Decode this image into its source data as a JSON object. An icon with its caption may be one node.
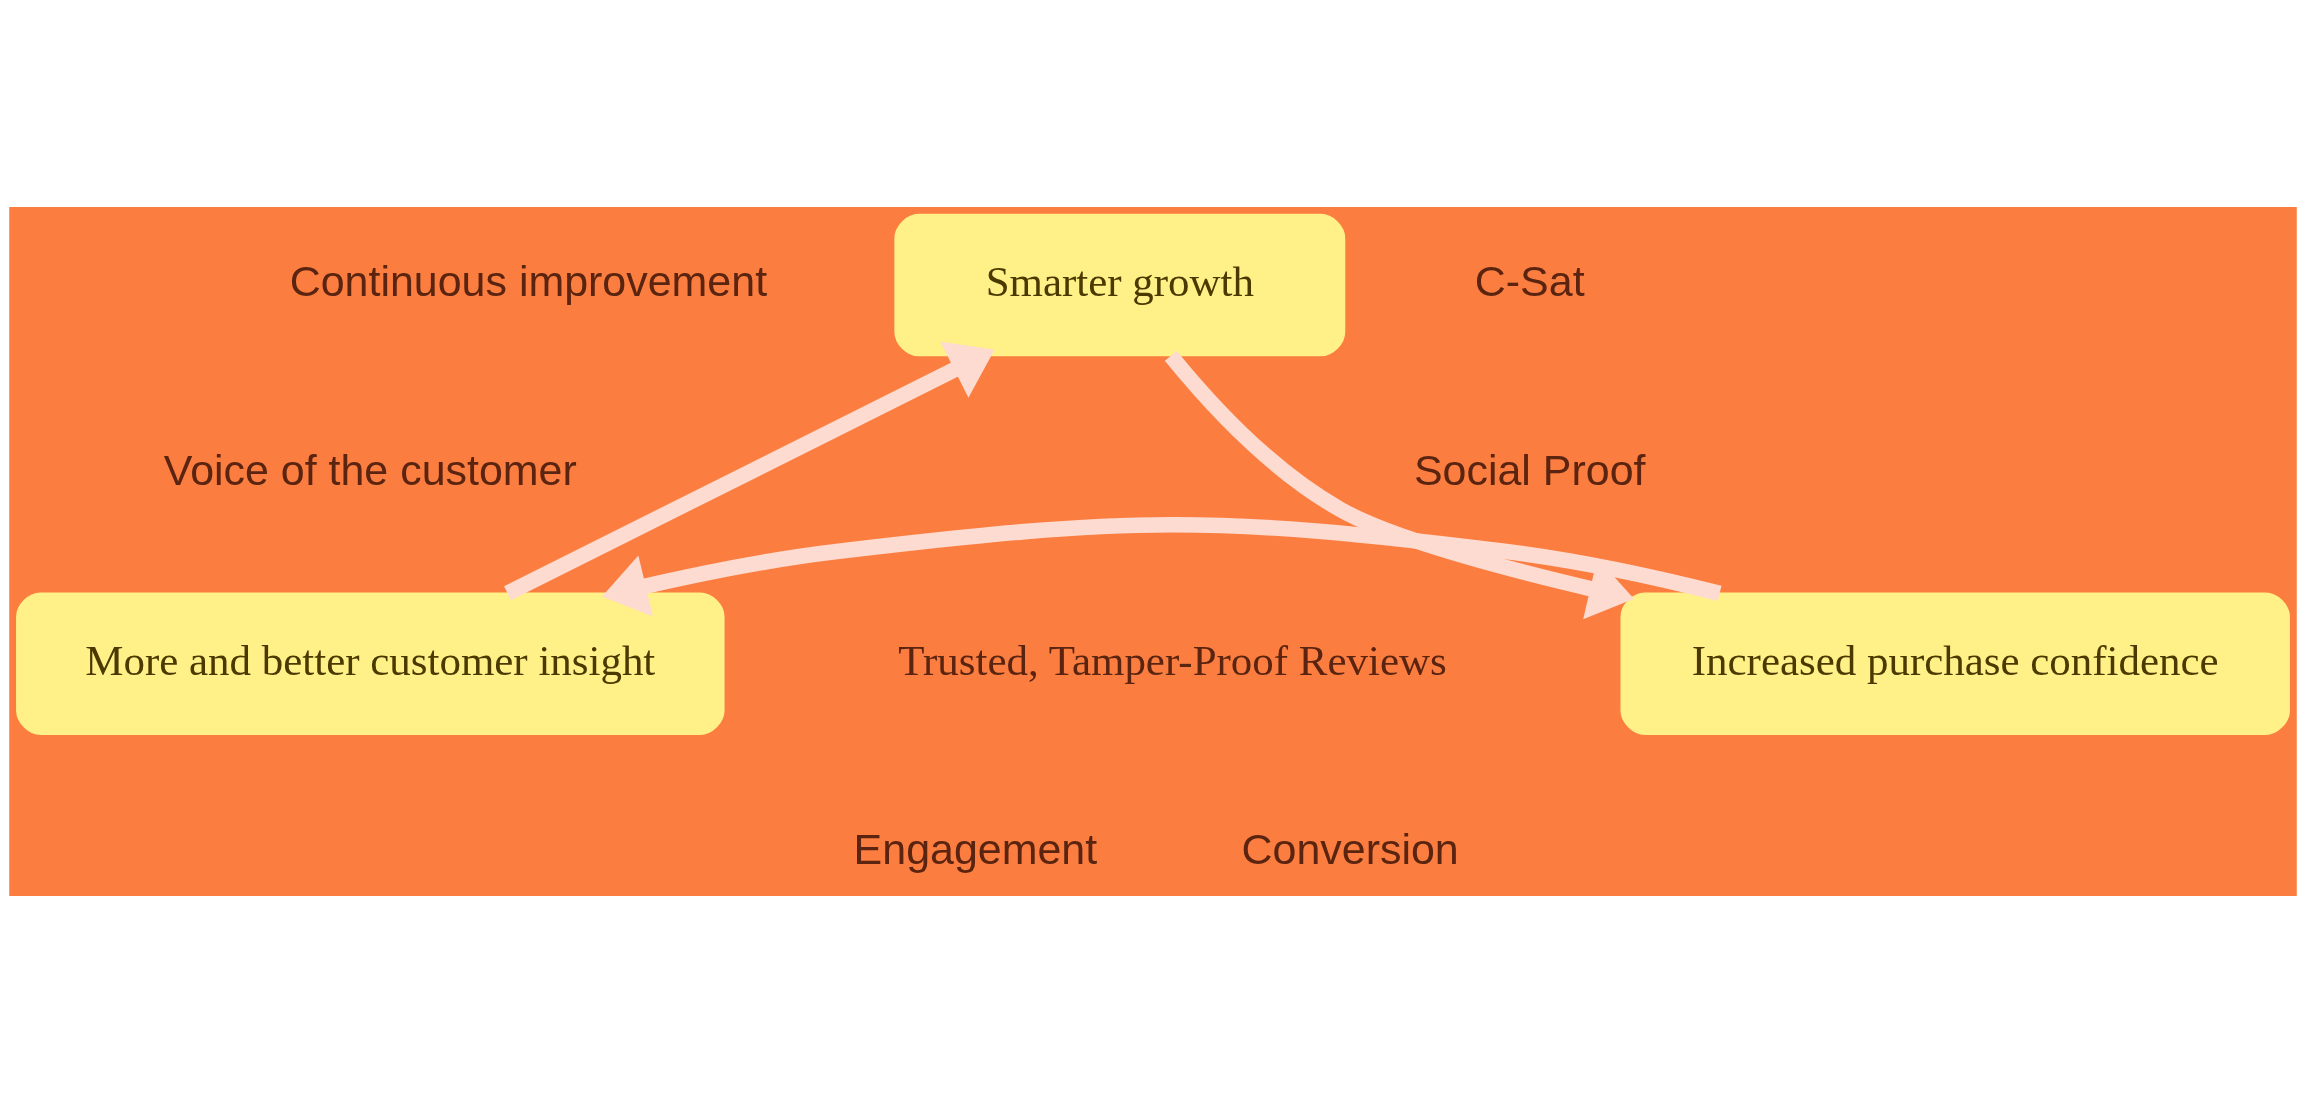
{
  "diagram": {
    "nodes": [
      {
        "text": [
          "Smarter growth"
        ]
      },
      {
        "text": [
          "More and better customer insight"
        ]
      },
      {
        "text": [
          "Trusted, Tamper-Proof Reviews"
        ]
      },
      {
        "text": [
          "Increased purchase confidence"
        ]
      }
    ],
    "edges": [
      {
        "from": 0,
        "to": 3,
        "arrow": "to"
      },
      {
        "from": 3,
        "to": 1,
        "arrow": "to"
      },
      {
        "from": 1,
        "to": 0,
        "arrow": "to"
      }
    ],
    "labels": [
      "Continuous improvement",
      "C-Sat",
      "Voice of the customer",
      "Social Proof",
      "Engagement",
      "Conversion"
    ]
  }
}
